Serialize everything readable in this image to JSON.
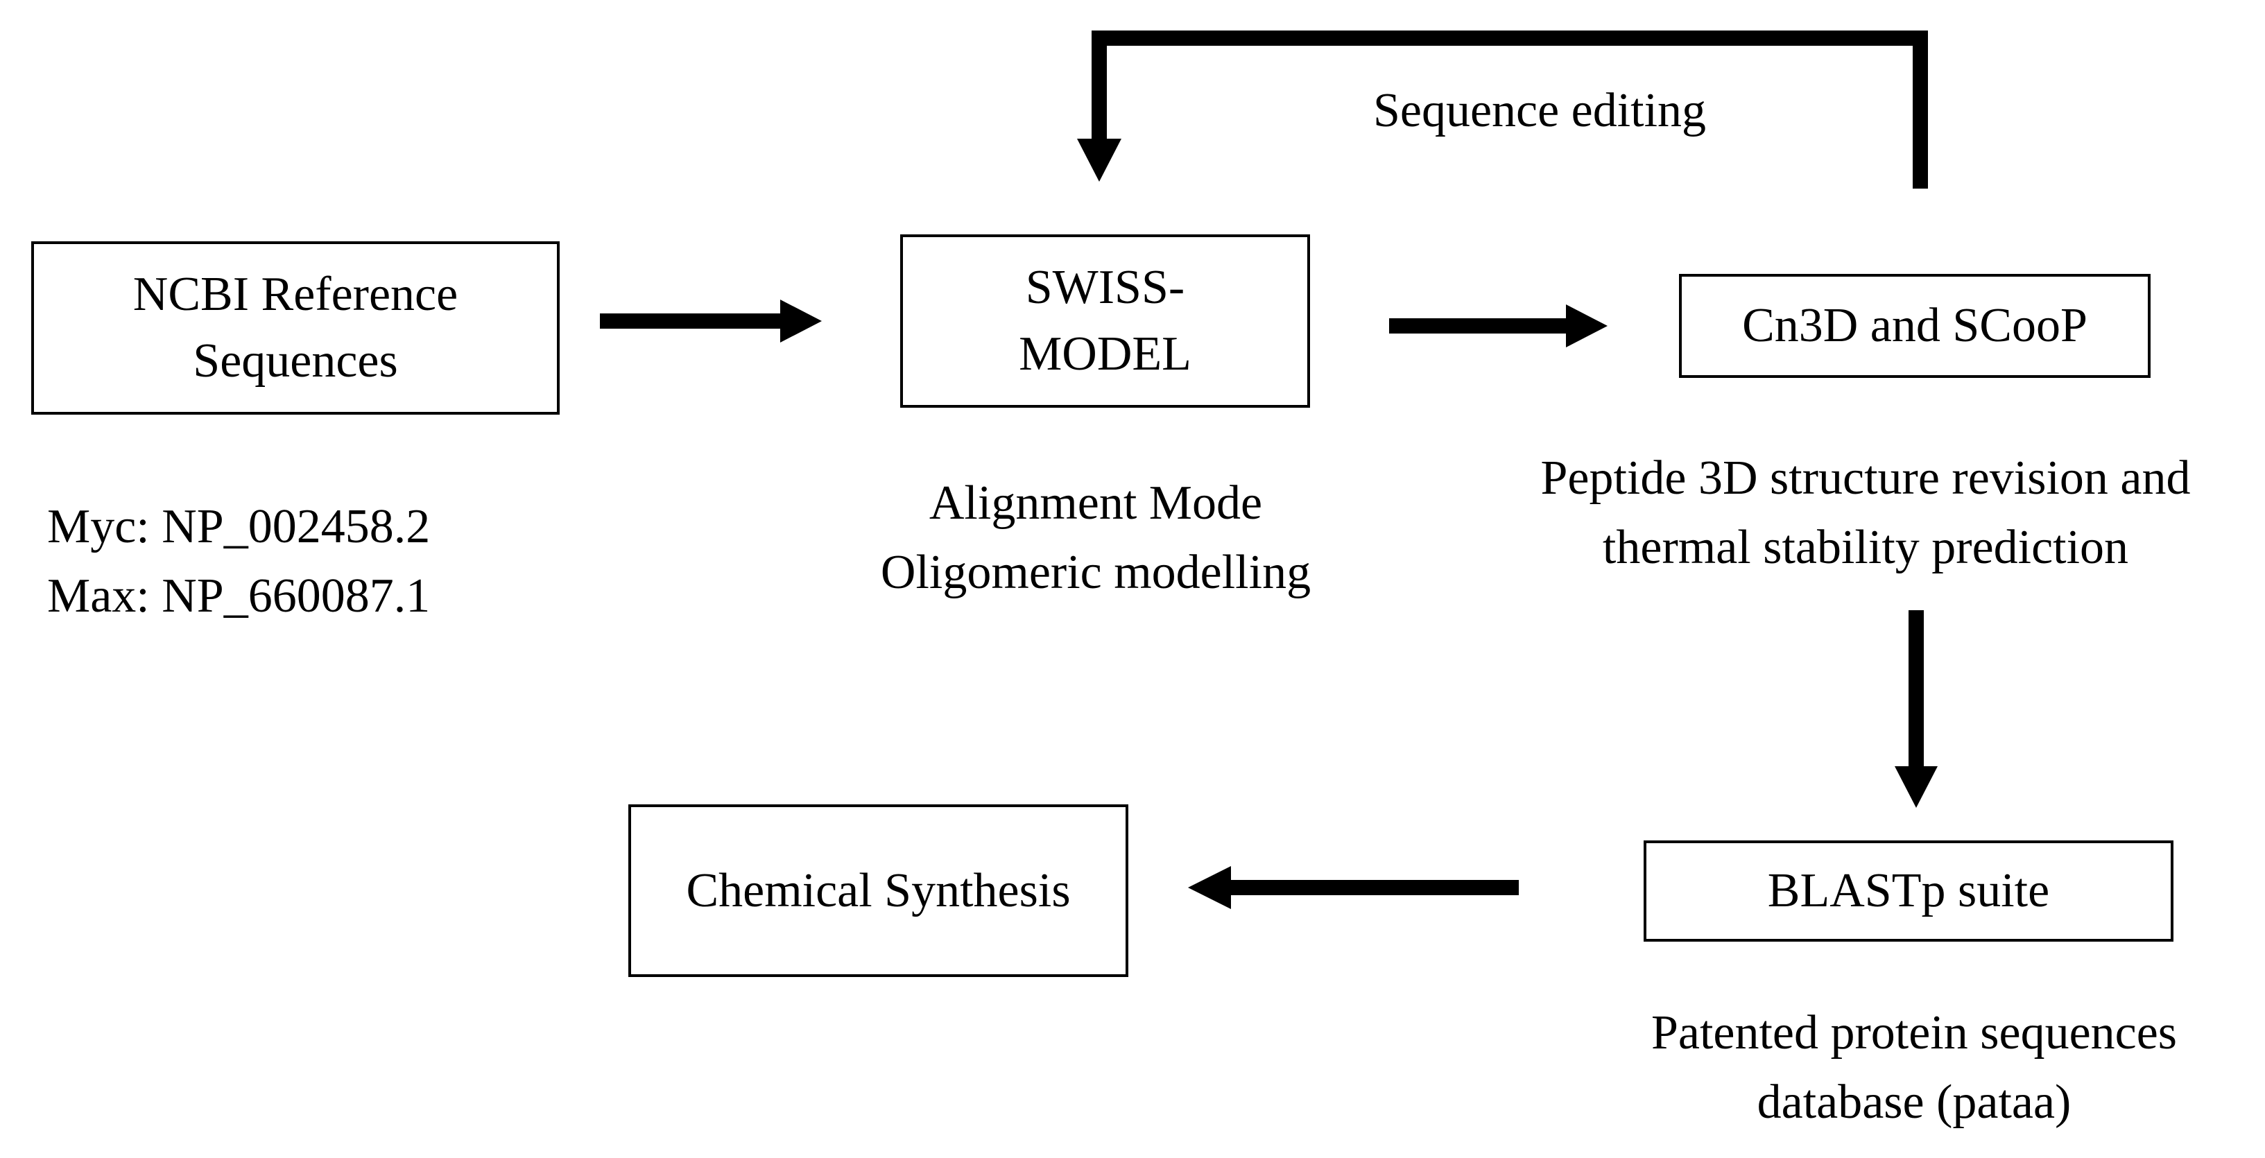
{
  "boxes": {
    "ncbi": {
      "lines": [
        "NCBI Reference",
        "Sequences"
      ]
    },
    "swiss": {
      "lines": [
        "SWISS-",
        "MODEL"
      ]
    },
    "cn3d": {
      "lines": [
        "Cn3D and SCooP"
      ]
    },
    "blast": {
      "lines": [
        "BLASTp suite"
      ]
    },
    "chem": {
      "lines": [
        "Chemical Synthesis"
      ]
    }
  },
  "captions": {
    "feedback": "Sequence editing",
    "ids": [
      "Myc: NP_002458.2",
      "Max: NP_660087.1"
    ],
    "swiss": [
      "Alignment Mode",
      "Oligomeric modelling"
    ],
    "cn3d": [
      "Peptide 3D structure revision and",
      "thermal stability prediction"
    ],
    "blast": [
      "Patented protein sequences",
      "database (pataa)"
    ]
  },
  "colors": {
    "stroke": "#000000",
    "background": "#ffffff"
  }
}
